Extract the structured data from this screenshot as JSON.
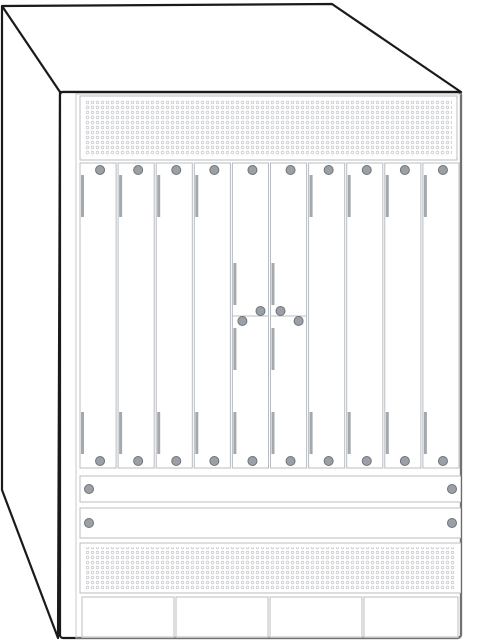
{
  "colors": {
    "outline": "#1a1a1a",
    "panel_stroke": "#b8bcc0",
    "panel_fill": "#ffffff",
    "vent_dot": "#c9ccd0",
    "screw_fill": "#9aa0a5",
    "screw_stroke": "#6e7378",
    "handle": "#a4a9ae"
  },
  "icons": {
    "screw": "screw-icon",
    "vent": "vent-grille",
    "handle": "ejector-handle"
  },
  "chassis": {
    "line_card_slots": 10,
    "double_height_slots": [
      5,
      6
    ],
    "power_tray_count": 2,
    "fan_vent_count": 2,
    "bottom_bay_count": 4
  }
}
